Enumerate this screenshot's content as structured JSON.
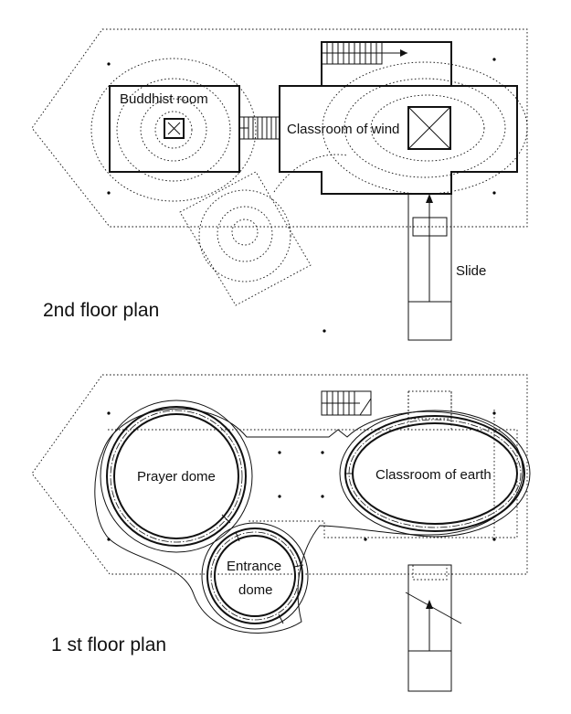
{
  "floor2": {
    "title": "2nd floor plan",
    "rooms": {
      "buddhist": "Buddhist room",
      "wind": "Classroom of wind",
      "slide": "Slide"
    }
  },
  "floor1": {
    "title": "1 st floor plan",
    "rooms": {
      "prayer": "Prayer dome",
      "earth": "Classroom of earth",
      "entrance_line1": "Entrance",
      "entrance_line2": "dome"
    }
  }
}
